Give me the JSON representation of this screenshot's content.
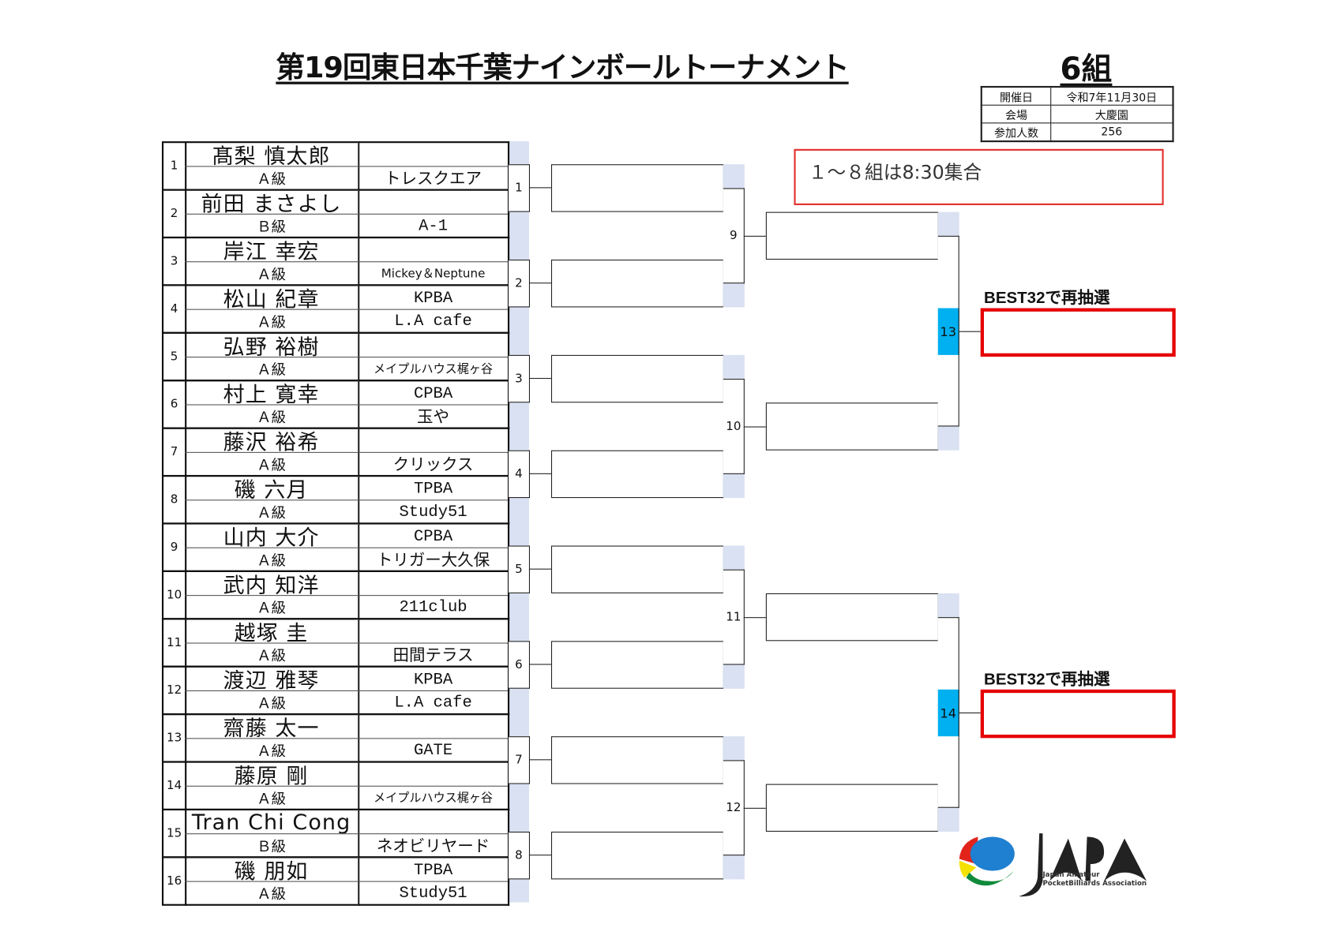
{
  "header": {
    "title": "第19回東日本千葉ナインボールトーナメント",
    "group": "6組"
  },
  "info_table": [
    {
      "label": "開催日",
      "value": "令和7年11月30日"
    },
    {
      "label": "会場",
      "value": "大慶園"
    },
    {
      "label": "参加人数",
      "value": "256"
    }
  ],
  "notice": "１～８組は8:30集合",
  "players": [
    {
      "no": "1",
      "name": "髙梨 慎太郎",
      "grade": "Ａ級",
      "club_top": "",
      "club_bottom": "トレスクエア"
    },
    {
      "no": "2",
      "name": "前田 まさよし",
      "grade": "Ｂ級",
      "club_top": "",
      "club_bottom": "A-1"
    },
    {
      "no": "3",
      "name": "岸江 幸宏",
      "grade": "Ａ級",
      "club_top": "",
      "club_bottom": "Mickey＆Neptune"
    },
    {
      "no": "4",
      "name": "松山 紀章",
      "grade": "Ａ級",
      "club_top": "KPBA",
      "club_bottom": "L.A cafe"
    },
    {
      "no": "5",
      "name": "弘野 裕樹",
      "grade": "Ａ級",
      "club_top": "",
      "club_bottom": "メイプルハウス梶ヶ谷"
    },
    {
      "no": "6",
      "name": "村上 寛幸",
      "grade": "Ａ級",
      "club_top": "CPBA",
      "club_bottom": "玉や"
    },
    {
      "no": "7",
      "name": "藤沢 裕希",
      "grade": "Ａ級",
      "club_top": "",
      "club_bottom": "クリックス"
    },
    {
      "no": "8",
      "name": "磯 六月",
      "grade": "Ａ級",
      "club_top": "TPBA",
      "club_bottom": "Study51"
    },
    {
      "no": "9",
      "name": "山内 大介",
      "grade": "Ａ級",
      "club_top": "CPBA",
      "club_bottom": "トリガー大久保"
    },
    {
      "no": "10",
      "name": "武内 知洋",
      "grade": "Ａ級",
      "club_top": "",
      "club_bottom": "211club"
    },
    {
      "no": "11",
      "name": "越塚 圭",
      "grade": "Ａ級",
      "club_top": "",
      "club_bottom": "田間テラス"
    },
    {
      "no": "12",
      "name": "渡辺 雅琴",
      "grade": "Ａ級",
      "club_top": "KPBA",
      "club_bottom": "L.A cafe"
    },
    {
      "no": "13",
      "name": "齋藤 太一",
      "grade": "Ａ級",
      "club_top": "",
      "club_bottom": "GATE"
    },
    {
      "no": "14",
      "name": "藤原 剛",
      "grade": "Ａ級",
      "club_top": "",
      "club_bottom": "メイプルハウス梶ヶ谷"
    },
    {
      "no": "15",
      "name": "Tran Chi Cong",
      "grade": "Ｂ級",
      "club_top": "",
      "club_bottom": "ネオビリヤード"
    },
    {
      "no": "16",
      "name": "磯 朋如",
      "grade": "Ａ級",
      "club_top": "TPBA",
      "club_bottom": "Study51"
    }
  ],
  "round1_matches": [
    "1",
    "2",
    "3",
    "4",
    "5",
    "6",
    "7",
    "8"
  ],
  "round2_matches": [
    "9",
    "10",
    "11",
    "12"
  ],
  "round3_matches": [
    "13",
    "14"
  ],
  "redraw_label": "BEST32で再抽選",
  "logo": {
    "text": "JAPA",
    "sub1": "Japan Amateur",
    "sub2": "PocketBilliards Association"
  },
  "colors": {
    "strip": "#d9e1f2",
    "badge": "#00b0f0",
    "red": "#e60000"
  }
}
